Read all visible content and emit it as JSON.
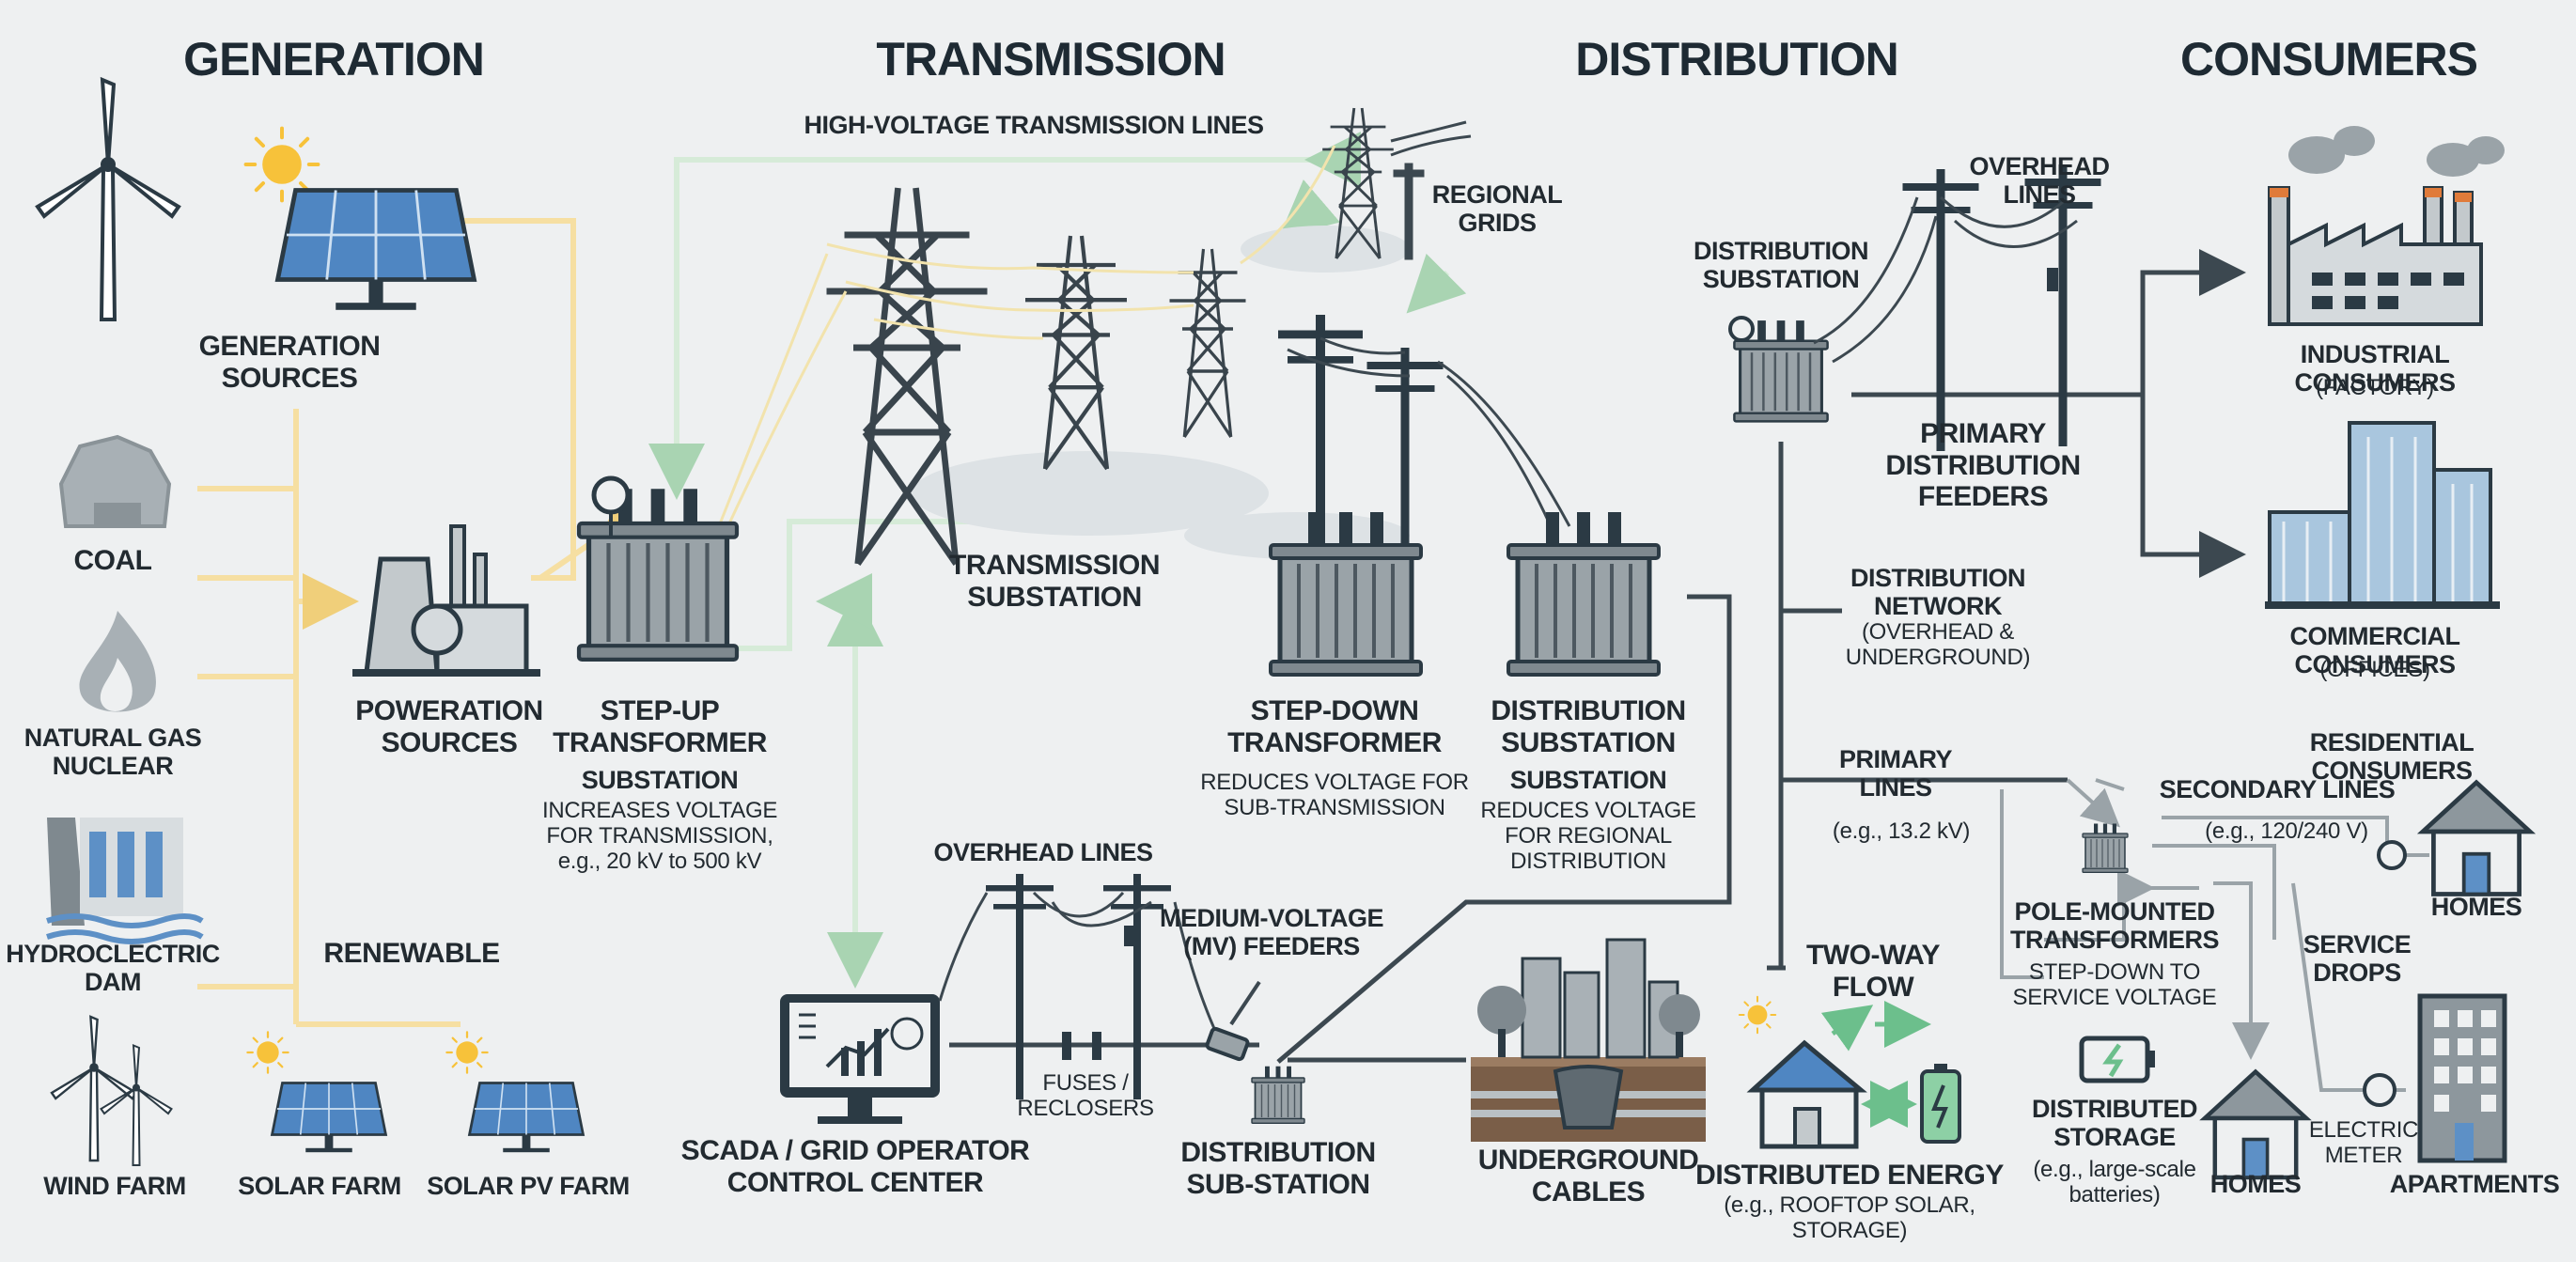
{
  "headers": {
    "generation": "GENERATION",
    "transmission": "TRANSMISSION",
    "distribution": "DISTRIBUTION",
    "consumers": "CONSUMERS"
  },
  "labels": {
    "generation_sources": "GENERATION\nSOURCES",
    "coal": "COAL",
    "natural_gas_nuclear": "NATURAL GAS\nNUCLEAR",
    "hydro_dam": "HYDROCLECTRIC\nDAM",
    "wind_farm": "WIND FARM",
    "solar_farm": "SOLAR FARM",
    "solar_pv_farm": "SOLAR PV FARM",
    "renewable": "RENEWABLE",
    "poweration_sources": "POWERATION\nSOURCES",
    "hv_lines": "HIGH-VOLTAGE TRANSMISSION LINES",
    "regional_grids": "REGIONAL\nGRIDS",
    "transmission_substation": "TRANSMISSION\nSUBSTATION",
    "step_up_title": "STEP-UP\nTRANSFORMER",
    "step_up_sub": "SUBSTATION",
    "step_up_desc": "INCREASES VOLTAGE\nFOR TRANSMISSION,\ne.g., 20 kV to 500 kV",
    "step_down_title": "STEP-DOWN\nTRANSFORMER",
    "step_down_desc": "REDUCES VOLTAGE FOR\nSUB-TRANSMISSION",
    "dist_sub_title": "DISTRIBUTION\nSUBSTATION",
    "dist_sub_sub": "SUBSTATION",
    "dist_sub_desc": "REDUCES VOLTAGE\nFOR REGIONAL\nDISTRIBUTION",
    "overhead_lines_bottom": "OVERHEAD LINES",
    "mv_feeders": "MEDIUM-VOLTAGE\n(MV) FEEDERS",
    "fuses": "FUSES /\nRECLOSERS",
    "scada": "SCADA / GRID OPERATOR\nCONTROL CENTER",
    "dist_sub_station": "DISTRIBUTION\nSUB-STATION",
    "underground": "UNDERGROUND\nCABLES",
    "distribution_substation_top": "DISTRIBUTION\nSUBSTATION",
    "overhead_lines_top": "OVERHEAD\nLINES",
    "primary_feeders": "PRIMARY\nDISTRIBUTION\nFEEDERS",
    "dist_network_title": "DISTRIBUTION\nNETWORK",
    "dist_network_desc": "(OVERHEAD &\nUNDERGROUND)",
    "primary_lines": "PRIMARY\nLINES",
    "primary_lines_kv": "(e.g., 13.2 kV)",
    "two_way_flow": "TWO-WAY\nFLOW",
    "distributed_energy": "DISTRIBUTED ENERGY",
    "distributed_energy_desc": "(e.g., ROOFTOP SOLAR,\nSTORAGE)",
    "distributed_storage": "DISTRIBUTED\nSTORAGE",
    "distributed_storage_desc": "(e.g., large-scale\nbatteries)",
    "pole_mounted": "POLE-MOUNTED\nTRANSFORMERS",
    "pole_mounted_desc": "STEP-DOWN TO\nSERVICE VOLTAGE",
    "secondary_lines": "SECONDARY LINES",
    "secondary_lines_v": "(e.g., 120/240 V)",
    "service_drops": "SERVICE\nDROPS",
    "electric_meter": "ELECTRIC\nMETER",
    "homes_right": "HOMES",
    "homes_bottom": "HOMES",
    "apartments": "APARTMENTS",
    "industrial": "INDUSTRIAL CONSUMERS",
    "industrial_desc": "(FACTORY)",
    "commercial": "COMMERCIAL CONSUMERS",
    "commercial_desc": "(OFFICES)",
    "residential": "RESIDENTIAL CONSUMERS"
  },
  "colors": {
    "line_dark": "#3c4850",
    "gen_flow": "#f6dfa2",
    "trans_flow": "#d6ebd8",
    "sky_blue": "#5d90c6",
    "sun": "#f7c23a",
    "green_arrow": "#7cc49a"
  }
}
